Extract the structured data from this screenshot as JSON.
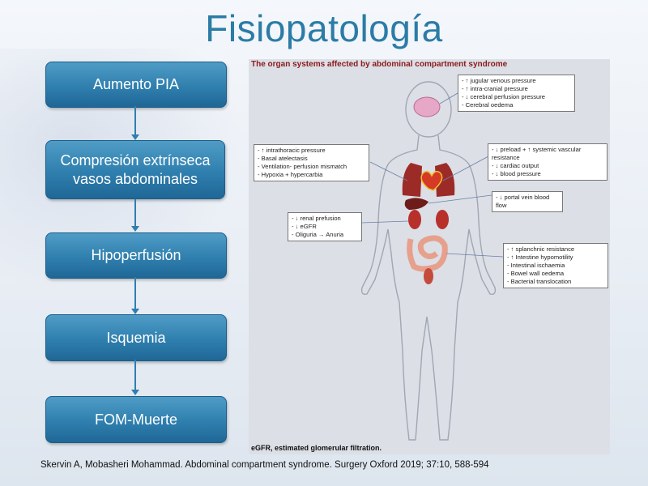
{
  "slide": {
    "title": "Fisiopatología",
    "flow": [
      "Aumento PIA",
      "Compresión extrínseca vasos abdominales",
      "Hipoperfusión",
      "Isquemia",
      "FOM-Muerte"
    ],
    "citation": "Skervin A, Mobasheri Mohammad. Abdominal compartment syndrome. Surgery Oxford 2019; 37:10, 588-594"
  },
  "figure": {
    "title": "The organ systems affected by abdominal compartment syndrome",
    "footnote": "eGFR, estimated glomerular filtration.",
    "notes": {
      "brain": [
        "- ↑ jugular venous pressure",
        "- ↑ intra-cranial pressure",
        "- ↓ cerebral perfusion pressure",
        "- Cerebral oedema"
      ],
      "lungs": [
        "- ↑ intrathoracic pressure",
        "- Basal atelectasis",
        "- Ventilation- perfusion mismatch",
        "- Hypoxia + hypercarbia"
      ],
      "heart": [
        "- ↓ preload + ↑ systemic vascular",
        "resistance",
        "- ↓ cardiac output",
        "- ↓ blood pressure"
      ],
      "liver": [
        "- ↓ portal vein blood",
        "flow"
      ],
      "kidneys": [
        "- ↓ renal prefusion",
        "- ↓ eGFR",
        "- Oliguria → Anuria"
      ],
      "intestine": [
        "- ↑ splanchnic resistance",
        "- ↑ Intestine hypomotility",
        "- Intestinal ischaemia",
        "- Bowel wall oedema",
        "- Bacterial translocation"
      ]
    }
  },
  "colors": {
    "title": "#2b7ca6",
    "box": "#2f7fae",
    "figure_title": "#8b1a1a"
  }
}
